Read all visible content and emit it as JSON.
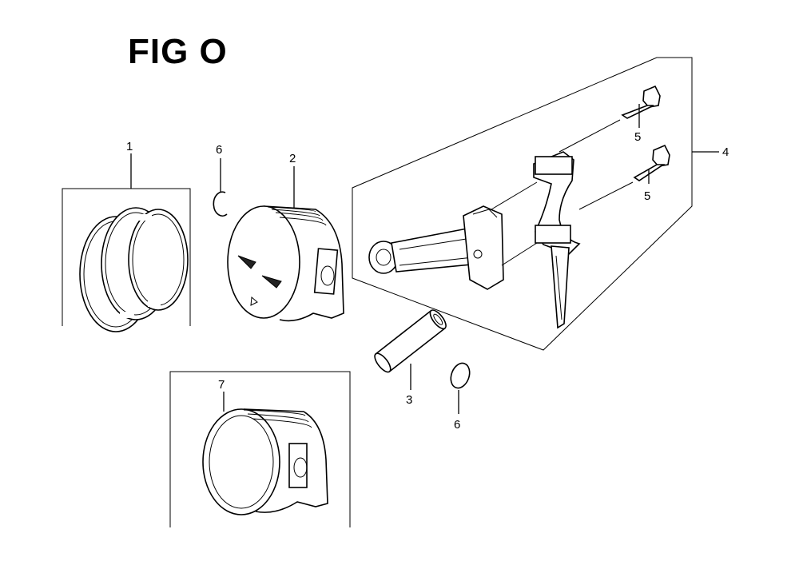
{
  "title": "FIG O",
  "callouts": {
    "piston_rings": "1",
    "piston": "2",
    "piston_pin": "3",
    "connecting_rod_assembly": "4",
    "bolt_upper": "5",
    "bolt_lower": "5",
    "clip_upper": "6",
    "clip_lower": "6",
    "piston_alt": "7"
  }
}
